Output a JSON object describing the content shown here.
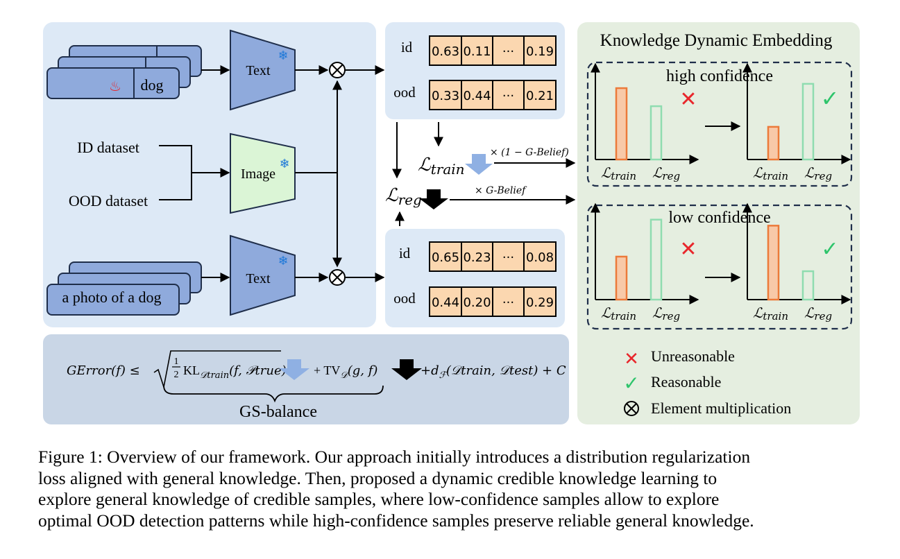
{
  "pipeline": {
    "top_prompt_word": "dog",
    "bottom_prompt": "a photo of a dog",
    "text_encoder_label": "Text",
    "image_encoder_label": "Image",
    "id_dataset_label": "ID dataset",
    "ood_dataset_label": "OOD dataset",
    "snowflake_glyph": "❄",
    "flame_glyph": "🔥",
    "multiply_glyph": "⊗"
  },
  "score_tables": {
    "top": {
      "id_label": "id",
      "ood_label": "ood",
      "id_values": [
        "0.63",
        "0.11",
        "···",
        "0.19"
      ],
      "ood_values": [
        "0.33",
        "0.44",
        "···",
        "0.21"
      ]
    },
    "bottom": {
      "id_label": "id",
      "ood_label": "ood",
      "id_values": [
        "0.65",
        "0.23",
        "···",
        "0.08"
      ],
      "ood_values": [
        "0.44",
        "0.20",
        "···",
        "0.29"
      ]
    }
  },
  "losses": {
    "script_L": "ℒ",
    "train_sub": "train",
    "reg_sub": "reg",
    "train_weight": "× (1 − G-Belief)",
    "reg_weight": "× G-Belief"
  },
  "knowledge_panel": {
    "title": "Knowledge Dynamic Embedding",
    "high_title": "high confidence",
    "low_title": "low confidence",
    "axis_train": "ℒ",
    "axis_train_sub": "train",
    "axis_reg_sub": "reg",
    "cross_glyph": "✕",
    "check_glyph": "✓"
  },
  "legend": {
    "unreasonable": "Unreasonable",
    "reasonable": "Reasonable",
    "element_mult": "Element multiplication"
  },
  "formula": {
    "lhs": "GError(f) ≤",
    "half_num": "1",
    "half_den": "2",
    "kl": "KL",
    "kl_sub": "𝒟train",
    "kl_args": "(f, 𝒫true)",
    "plus_tv": "+ TV",
    "tv_sub": "𝒟",
    "tv_args": "(g, f)",
    "plus_d": "+d",
    "d_sub": "ℱ",
    "d_args": "(𝒟train, 𝒟test) + C",
    "brace_label": "GS-balance"
  },
  "colors": {
    "left_bg": "#dde9f6",
    "right_bg": "#e5eee0",
    "formula_bg": "#c9d6e6",
    "encoder": "#8faadc",
    "image_encoder": "#dbf5d6",
    "cell": "#fbd7b0",
    "train_bar": "#f8c9a8",
    "train_bar_edge": "#ec7a3a",
    "reg_bar_edge": "#8fdcb0",
    "light_arrow": "#8fb0e3",
    "cross": "#e8262b",
    "check": "#2ec46b"
  },
  "caption": [
    "Figure 1: Overview of our framework. Our approach initially introduces a distribution regularization",
    "loss aligned with general knowledge. Then, proposed a dynamic credible knowledge learning to",
    "explore general knowledge of credible samples, where low-confidence samples allow to explore",
    "optimal OOD detection patterns while high-confidence samples preserve reliable general knowledge."
  ]
}
